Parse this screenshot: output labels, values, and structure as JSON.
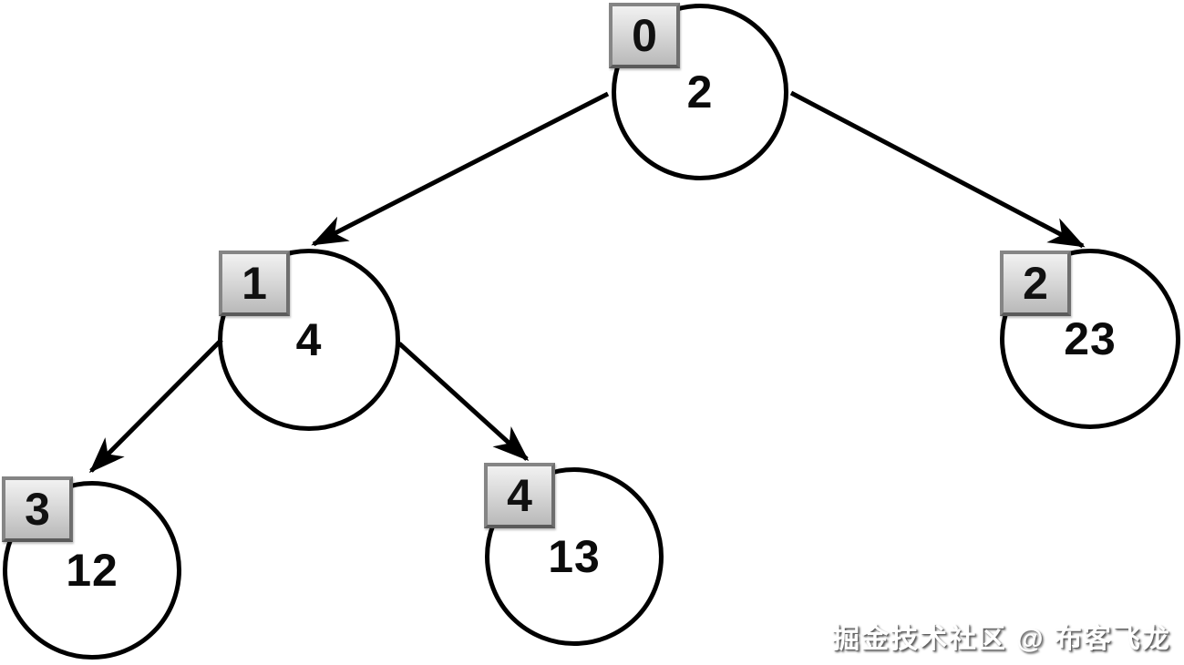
{
  "diagram": {
    "type": "binary-tree",
    "nodes": [
      {
        "index": "0",
        "value": "2"
      },
      {
        "index": "1",
        "value": "4"
      },
      {
        "index": "2",
        "value": "23"
      },
      {
        "index": "3",
        "value": "12"
      },
      {
        "index": "4",
        "value": "13"
      }
    ],
    "edges": [
      {
        "from": "0",
        "to": "1"
      },
      {
        "from": "0",
        "to": "2"
      },
      {
        "from": "1",
        "to": "3"
      },
      {
        "from": "1",
        "to": "4"
      }
    ],
    "colors": {
      "stroke": "#000000",
      "node_fill": "#ffffff",
      "label_border": "#858585",
      "label_gradient_top": "#f1f1f1",
      "label_gradient_bottom": "#b9b9b9"
    }
  },
  "watermark": {
    "text": "掘金技术社区 @ 布客飞龙"
  }
}
